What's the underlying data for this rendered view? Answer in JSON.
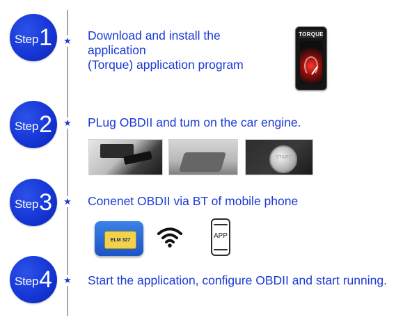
{
  "steps": [
    {
      "word": "Step",
      "number": "1",
      "lines": [
        "Download and install the",
        "application",
        "(Torque) application program"
      ]
    },
    {
      "word": "Step",
      "number": "2",
      "lines": [
        "PLug OBDII and tum on the car engine."
      ]
    },
    {
      "word": "Step",
      "number": "3",
      "lines": [
        "Conenet OBDII via BT of mobile phone"
      ]
    },
    {
      "word": "Step",
      "number": "4",
      "lines": [
        "Start the application, configure OBDII and start running."
      ]
    }
  ],
  "torque_app": {
    "brand": "TORQUE"
  },
  "obd_adapter": {
    "label": "ELM 327"
  },
  "app_phone": {
    "label": "APP"
  },
  "engine_button": {
    "label": "START"
  },
  "colors": {
    "step_blue": "#1a3ad6",
    "timeline": "#a9a9a9"
  }
}
